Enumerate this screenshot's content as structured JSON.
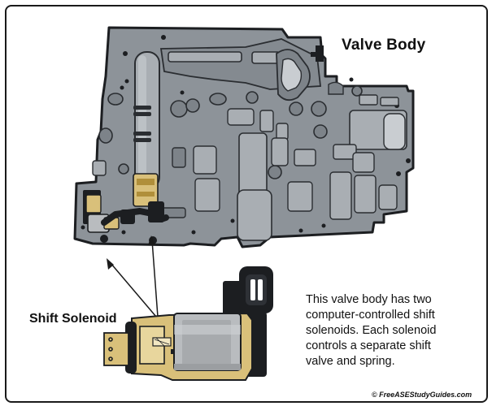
{
  "title": "Valve Body",
  "callout": {
    "label": "Shift Solenoid"
  },
  "description": {
    "lines": [
      "This valve body has two",
      "computer-controlled shift",
      "solenoids. Each solenoid",
      "controls a separate shift",
      "valve and spring."
    ]
  },
  "credit": "© FreeASEStudyGuides.com",
  "colors": {
    "body_fill": "#8d9399",
    "body_outline": "#1c1e21",
    "channel_fill": "#c9cdd1",
    "brass": "#d9c07a",
    "solenoid_metal": "#b9bcbf"
  }
}
